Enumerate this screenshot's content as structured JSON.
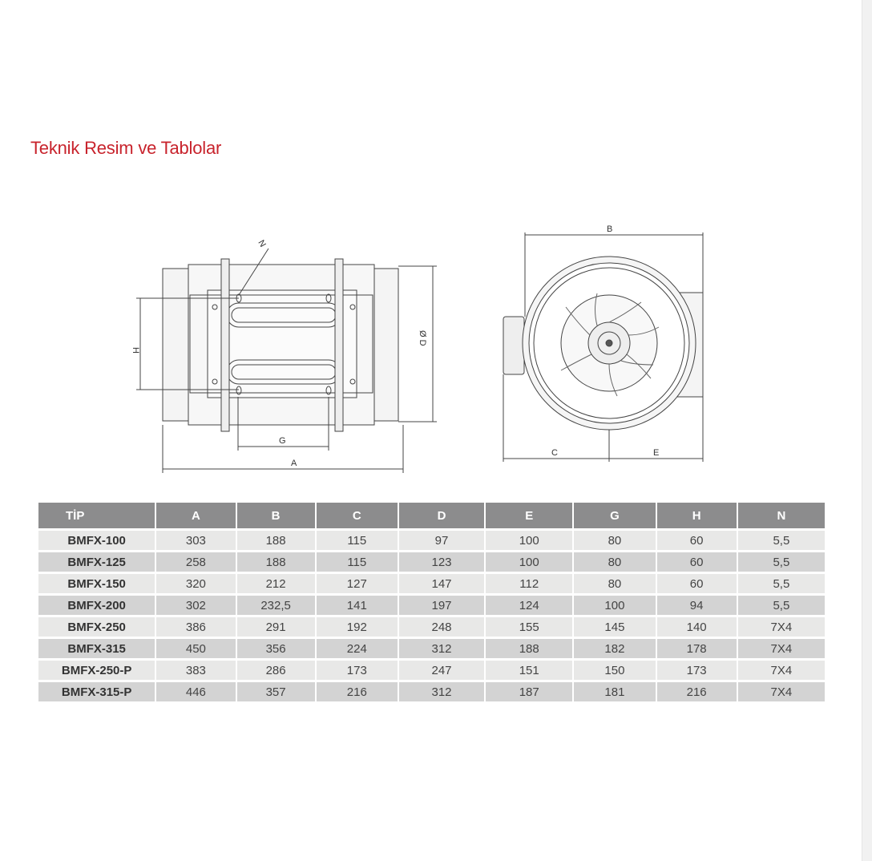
{
  "title": "Teknik Resim ve Tablolar",
  "drawing": {
    "labels": {
      "N": "N",
      "H": "H",
      "G": "G",
      "A": "A",
      "D": "Ø D",
      "B": "B",
      "C": "C",
      "E": "E"
    }
  },
  "table": {
    "headers": [
      "TİP",
      "A",
      "B",
      "C",
      "D",
      "E",
      "G",
      "H",
      "N"
    ],
    "rows": [
      [
        "BMFX-100",
        "303",
        "188",
        "115",
        "97",
        "100",
        "80",
        "60",
        "5,5"
      ],
      [
        "BMFX-125",
        "258",
        "188",
        "115",
        "123",
        "100",
        "80",
        "60",
        "5,5"
      ],
      [
        "BMFX-150",
        "320",
        "212",
        "127",
        "147",
        "112",
        "80",
        "60",
        "5,5"
      ],
      [
        "BMFX-200",
        "302",
        "232,5",
        "141",
        "197",
        "124",
        "100",
        "94",
        "5,5"
      ],
      [
        "BMFX-250",
        "386",
        "291",
        "192",
        "248",
        "155",
        "145",
        "140",
        "7X4"
      ],
      [
        "BMFX-315",
        "450",
        "356",
        "224",
        "312",
        "188",
        "182",
        "178",
        "7X4"
      ],
      [
        "BMFX-250-P",
        "383",
        "286",
        "173",
        "247",
        "151",
        "150",
        "173",
        "7X4"
      ],
      [
        "BMFX-315-P",
        "446",
        "357",
        "216",
        "312",
        "187",
        "181",
        "216",
        "7X4"
      ]
    ]
  },
  "colors": {
    "title": "#c8232c",
    "header": "#8c8c8d",
    "row_light": "#e8e8e7",
    "row_dark": "#d3d3d3"
  }
}
